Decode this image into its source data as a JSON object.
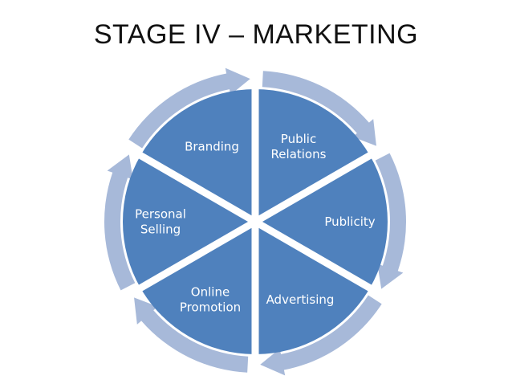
{
  "title": "STAGE IV – MARKETING",
  "colors": {
    "segment_fill": "#4f81bd",
    "arrow_fill": "#a7b9d9",
    "gap": "#ffffff",
    "title_text": "#111111",
    "label_text": "#ffffff"
  },
  "segments": [
    {
      "lines": [
        "Public",
        "Relations"
      ]
    },
    {
      "lines": [
        "Publicity"
      ]
    },
    {
      "lines": [
        "Advertising"
      ]
    },
    {
      "lines": [
        "Online",
        "Promotion"
      ]
    },
    {
      "lines": [
        "Personal",
        "Selling"
      ]
    },
    {
      "lines": [
        "Branding"
      ]
    }
  ]
}
